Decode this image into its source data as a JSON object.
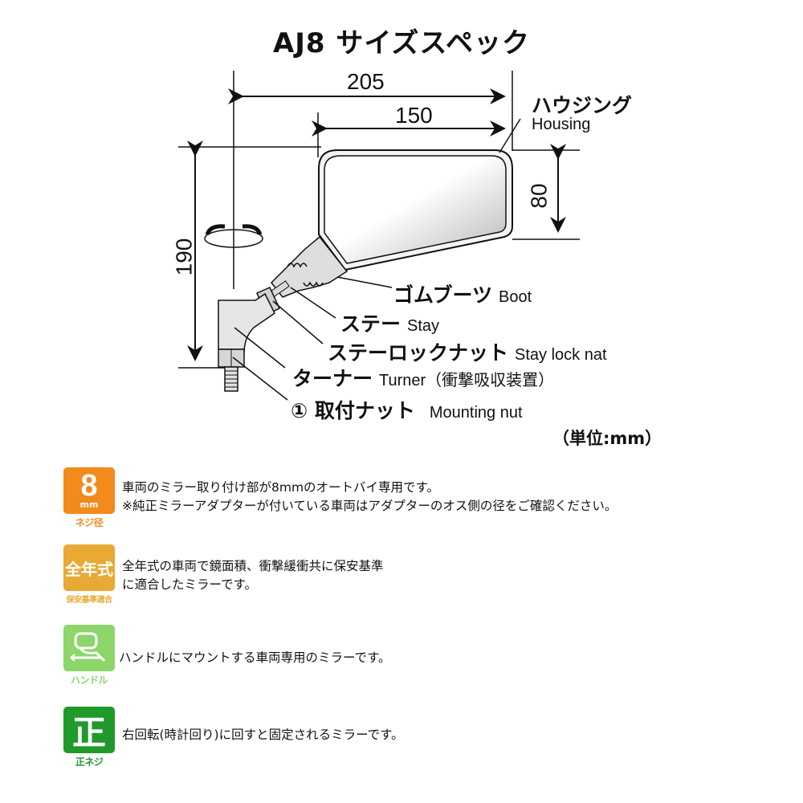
{
  "title": "AJ8 サイズスペック",
  "dimensions": {
    "overall_width": "205",
    "mirror_width": "150",
    "mirror_height": "80",
    "overall_height": "190"
  },
  "parts": {
    "housing": {
      "jp": "ハウジング",
      "en": "Housing"
    },
    "boot": {
      "jp": "ゴムブーツ",
      "en": "Boot"
    },
    "stay": {
      "jp": "ステー",
      "en": "Stay"
    },
    "stay_lock_nut": {
      "jp": "ステーロックナット",
      "en": "Stay lock nat"
    },
    "turner": {
      "jp": "ターナー",
      "en": "Turner（衝撃吸収装置）"
    },
    "mounting_nut": {
      "jp": "① 取付ナット",
      "en": "Mounting nut"
    }
  },
  "unit_note": "（単位:mm）",
  "features": [
    {
      "badge_main": "8",
      "badge_unit": "mm",
      "badge_sub": "ネジ径",
      "color": "#f28a1c",
      "lines": [
        "車両のミラー取り付け部が8mmのオートバイ専用です。",
        "※純正ミラーアダプターが付いている車両はアダプターのオス側の径をご確認ください。"
      ]
    },
    {
      "badge_main": "全年式",
      "badge_sub": "保安基準適合",
      "color": "#e8a935",
      "lines": [
        "全年式の車両で鏡面積、衝撃緩衝共に保安基準",
        "に適合したミラーです。"
      ]
    },
    {
      "badge_main": "handlebar-mirror-icon",
      "badge_sub": "ハンドル",
      "color": "#8cd66a",
      "lines": [
        "ハンドルにマウントする車両専用のミラーです。"
      ]
    },
    {
      "badge_main": "正",
      "badge_sub": "正ネジ",
      "color": "#1f9a2a",
      "lines": [
        "右回転(時計回り)に回すと固定されるミラーです。"
      ]
    }
  ]
}
